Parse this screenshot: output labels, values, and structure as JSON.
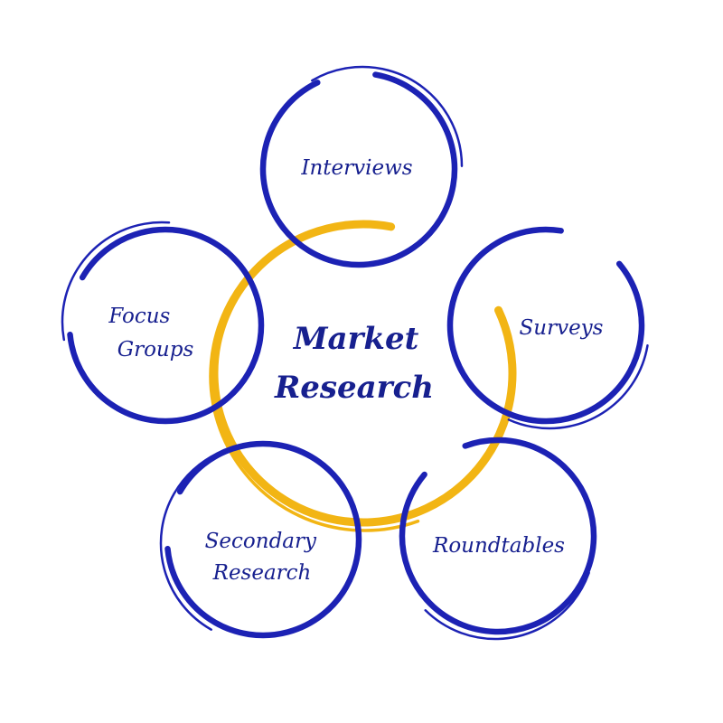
{
  "center": {
    "lines": [
      "Market",
      "Research"
    ]
  },
  "satellites": [
    {
      "id": "interviews",
      "lines": [
        "Interviews"
      ]
    },
    {
      "id": "surveys",
      "lines": [
        "Surveys"
      ]
    },
    {
      "id": "roundtables",
      "lines": [
        "Roundtables"
      ]
    },
    {
      "id": "secondary-research",
      "lines": [
        "Secondary",
        "Research"
      ]
    },
    {
      "id": "focus-groups",
      "lines": [
        "Focus",
        "Groups"
      ]
    }
  ],
  "colors": {
    "center_ring": "#f2b514",
    "satellite_ring": "#1c22b4",
    "text": "#17208f",
    "background": "#ffffff"
  }
}
